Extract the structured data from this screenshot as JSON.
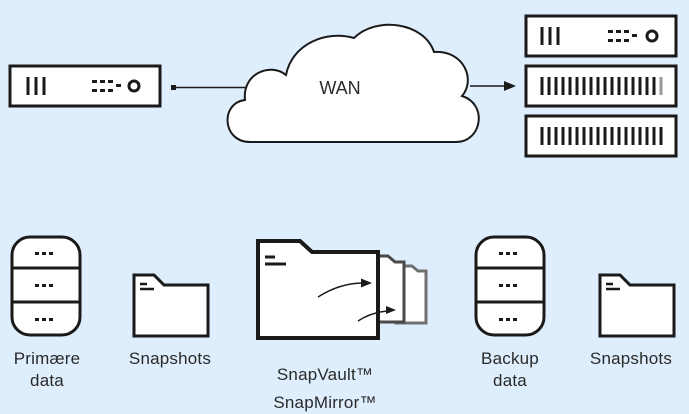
{
  "cloud": {
    "label": "WAN"
  },
  "labels": {
    "primary_data": [
      "Primære",
      "data"
    ],
    "snapshots_left": "Snapshots",
    "snapvault": "SnapVault™",
    "snapmirror": "SnapMirror™",
    "backup_data": [
      "Backup",
      "data"
    ],
    "snapshots_right": "Snapshots"
  },
  "colors": {
    "background": "#deeefc",
    "stroke": "#1a1a1a",
    "device_fill": "#ffffff",
    "cloud_fill": "#ffffff"
  }
}
